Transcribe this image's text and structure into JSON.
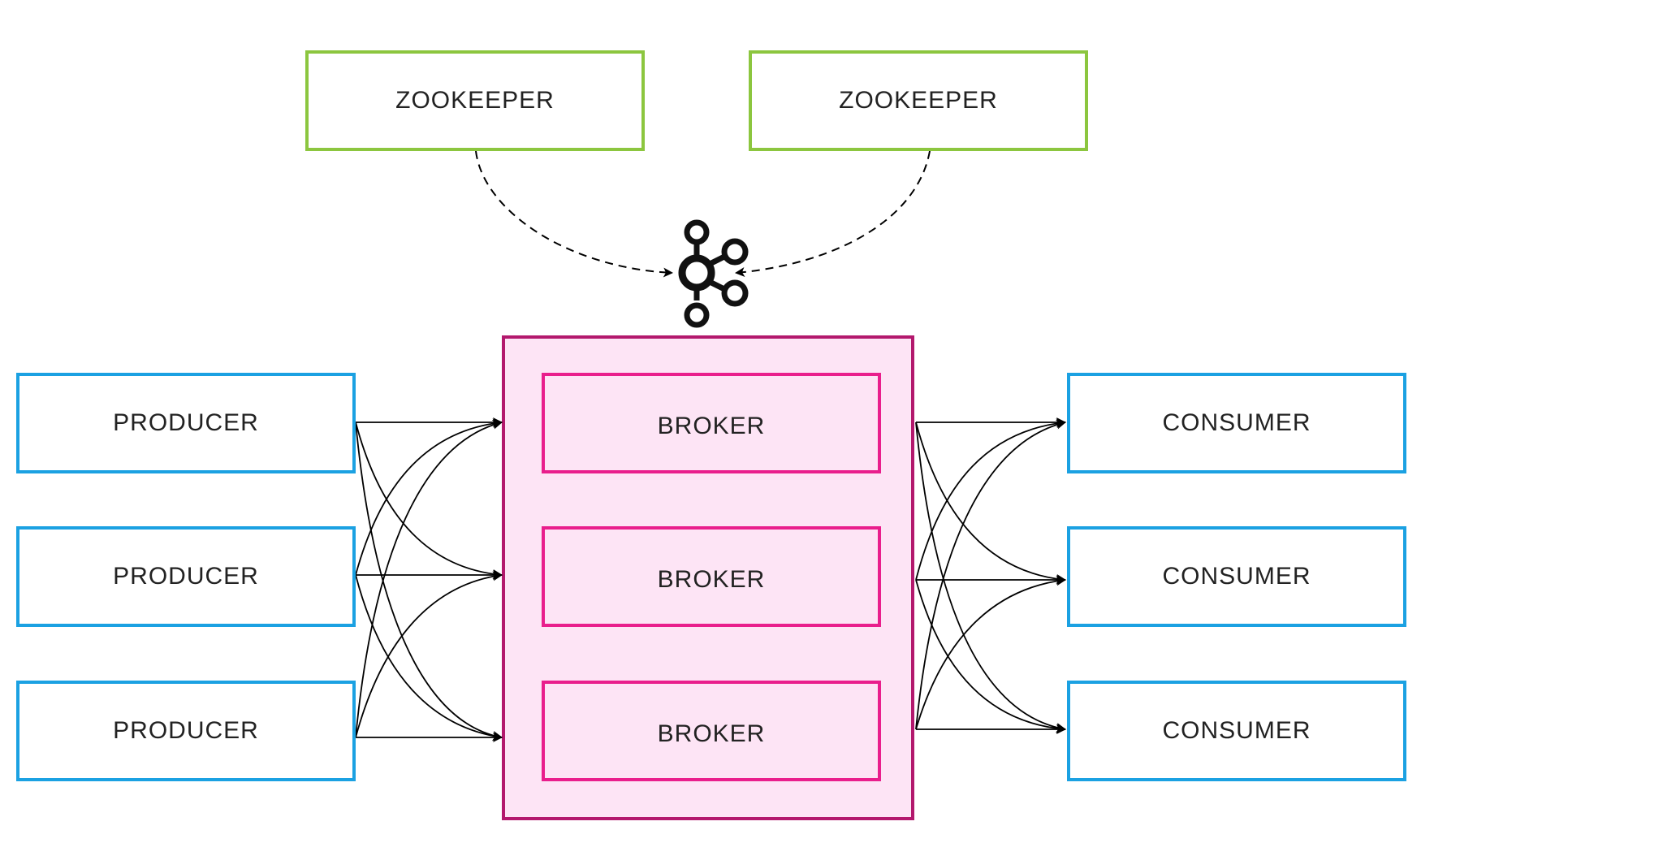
{
  "colors": {
    "zookeeper_border": "#8cc63f",
    "client_border": "#1ba1e2",
    "cluster_border": "#b3186d",
    "cluster_fill": "#fde4f5",
    "broker_border": "#e91e8c",
    "arrow": "#000000"
  },
  "zookeepers": [
    {
      "label": "ZOOKEEPER"
    },
    {
      "label": "ZOOKEEPER"
    }
  ],
  "kafka_logo": {
    "icon": "kafka-logo-icon"
  },
  "brokers": [
    {
      "label": "BROKER"
    },
    {
      "label": "BROKER"
    },
    {
      "label": "BROKER"
    }
  ],
  "producers": [
    {
      "label": "PRODUCER"
    },
    {
      "label": "PRODUCER"
    },
    {
      "label": "PRODUCER"
    }
  ],
  "consumers": [
    {
      "label": "CONSUMER"
    },
    {
      "label": "CONSUMER"
    },
    {
      "label": "CONSUMER"
    }
  ]
}
